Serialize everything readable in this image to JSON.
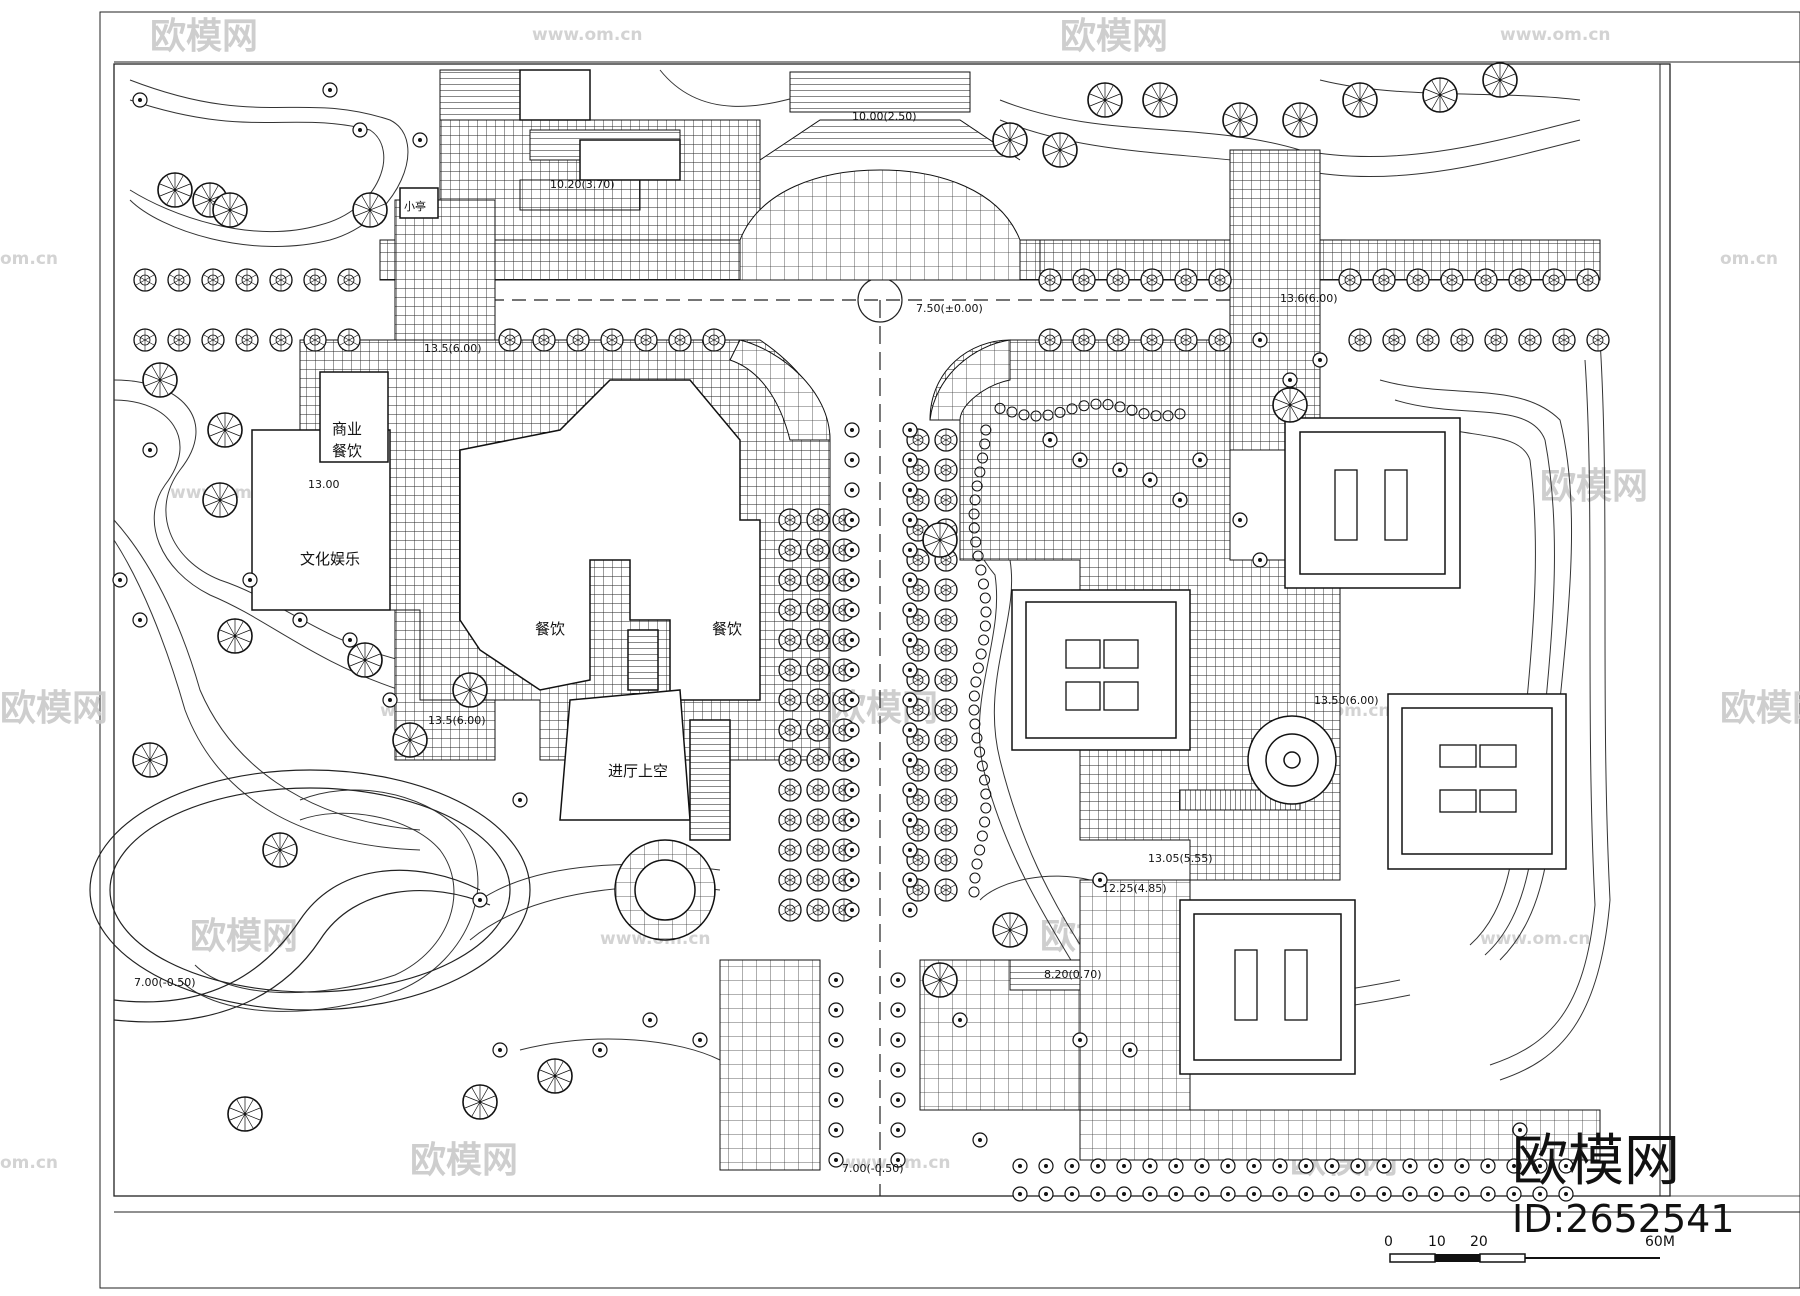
{
  "watermark": {
    "brand": "欧模网",
    "url": "www.om.cn",
    "url_short": "om.cn",
    "brand_partial": "欧模网"
  },
  "labels": {
    "commercial_dining_1": "商业",
    "commercial_dining_2": "餐饮",
    "culture_entertainment": "文化娱乐",
    "dining_left": "餐饮",
    "dining_right": "餐饮",
    "lobby_void": "进厅上空",
    "small_pavilion": "小亭",
    "level_13": "13.00"
  },
  "levels": [
    "10.00(2.50)",
    "10.20(3.70)",
    "7.50(±0.00)",
    "13.6(6.00)",
    "13.5(6.00)",
    "13.5(6.00)",
    "13.50(6.00)",
    "13.05(5.55)",
    "12.25(4.85)",
    "8.20(0.70)",
    "7.00(-0.50)",
    "7.00(-0.50)"
  ],
  "scale_bar": {
    "ticks": [
      "0",
      "10",
      "20"
    ],
    "end_label": "60M"
  },
  "brand_logo": {
    "name": "欧模网",
    "id_text": "ID:2652541"
  }
}
